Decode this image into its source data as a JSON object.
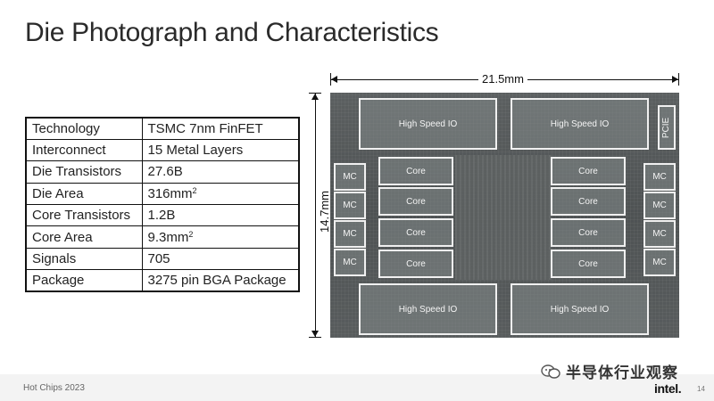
{
  "slide": {
    "title": "Die Photograph and Characteristics"
  },
  "spec_table": [
    {
      "key": "Technology",
      "value": "TSMC 7nm FinFET",
      "sup": ""
    },
    {
      "key": "Interconnect",
      "value": "15 Metal Layers",
      "sup": ""
    },
    {
      "key": "Die Transistors",
      "value": "27.6B",
      "sup": ""
    },
    {
      "key": "Die Area",
      "value": "316mm",
      "sup": "2"
    },
    {
      "key": "Core Transistors",
      "value": "1.2B",
      "sup": ""
    },
    {
      "key": "Core Area",
      "value": "9.3mm",
      "sup": "2"
    },
    {
      "key": "Signals",
      "value": "705",
      "sup": ""
    },
    {
      "key": "Package",
      "value": "3275 pin BGA Package",
      "sup": ""
    }
  ],
  "die": {
    "width_label": "21.5mm",
    "height_label": "14.7mm",
    "blocks": {
      "hsio": "High Speed IO",
      "pcie": "PCIE",
      "core": "Core",
      "mc": "MC"
    }
  },
  "footer": {
    "event": "Hot Chips 2023",
    "watermark": "半导体行业观察",
    "brand": "intel.",
    "page": "14"
  }
}
